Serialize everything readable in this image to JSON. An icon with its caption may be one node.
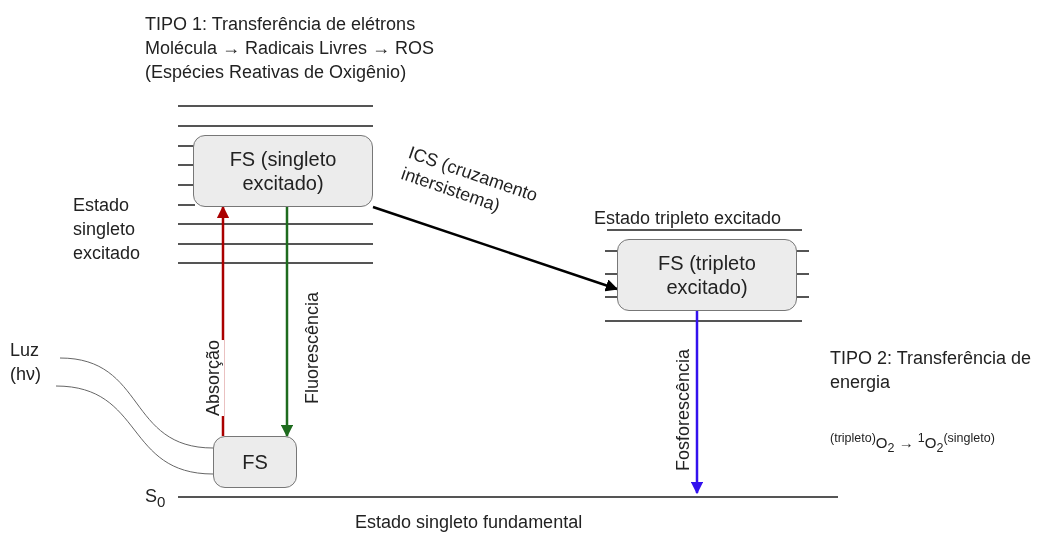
{
  "diagram": {
    "nodes": [
      {
        "text": [
          "FS (singleto excitado)"
        ]
      },
      {
        "text": [
          "FS (tripleto excitado)"
        ],
        "beside": [
          "Estado tripleto excitado"
        ]
      },
      {
        "text": [
          "FS"
        ]
      },
      {
        "text": [
          "Luz (hν)"
        ]
      }
    ],
    "edges": [
      {
        "from": 2,
        "to": 0,
        "arrow": "to",
        "label": "Absorção",
        "color": "#aa0000"
      },
      {
        "from": 0,
        "to": 2,
        "arrow": "to",
        "label": "Fluorescência",
        "color": "#1e6b1e"
      },
      {
        "from": 0,
        "to": 1,
        "arrow": "to",
        "label": "ICS (cruzamento intersistema)",
        "color": "#000000"
      },
      {
        "from": 1,
        "to": null,
        "arrow": "to",
        "label": "Fosforescência",
        "color": "#3311ee"
      },
      {
        "from": 3,
        "to": 2,
        "arrow": "none",
        "color": "#666666"
      },
      {
        "from": 3,
        "to": 2,
        "arrow": "none",
        "color": "#666666"
      }
    ],
    "labels": [
      "TIPO 1: Transferência de elétrons",
      "Molécula → Radicais Livres → ROS",
      "(Espécies Reativas de Oxigênio)",
      "Estado singleto excitado",
      "TIPO 2: Transferência de energia",
      "$^{(tripleto)}$O$_{2}$ → $^{1}$O$_{2}$$^{(singleto)}$",
      "S$_{0}$",
      "Estado singleto fundamental"
    ]
  }
}
